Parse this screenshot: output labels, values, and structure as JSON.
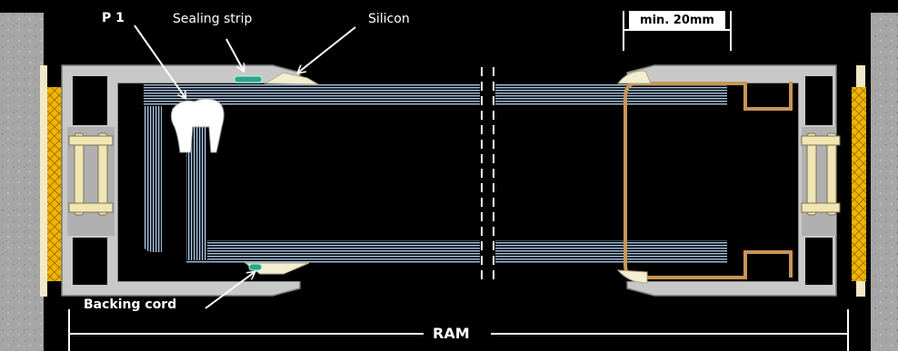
{
  "labels": {
    "p1": "P 1",
    "sealing_strip": "Sealing strip",
    "silicon": "Silicon",
    "backing_cord": "Backing cord",
    "min_depth": "min. 20mm",
    "ram": "RAM"
  },
  "colors": {
    "background": "#000000",
    "wall": "#a6a6a6",
    "frame": "#c8c8c8",
    "insulation": "#f2b400",
    "foam": "#efe6b4",
    "glass_line": "#a9c6e6",
    "sealant": "#f3edd2",
    "cord": "#2fa38a",
    "spacer": "#c79654",
    "leader": "#ffffff"
  }
}
